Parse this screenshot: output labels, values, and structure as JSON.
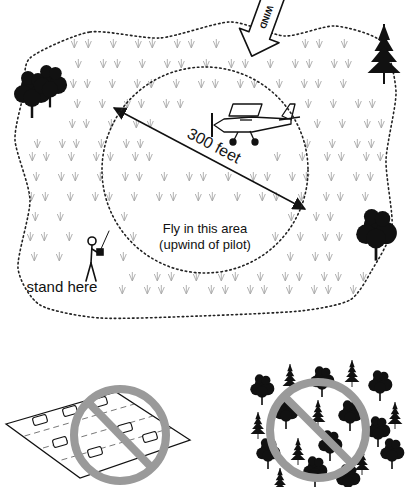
{
  "diagram": {
    "nodes": [
      {
        "text": [
          "Fly in this area (upwind of pilot)"
        ]
      }
    ],
    "labels": [
      "WIND",
      "300 feet",
      "stand here"
    ]
  }
}
